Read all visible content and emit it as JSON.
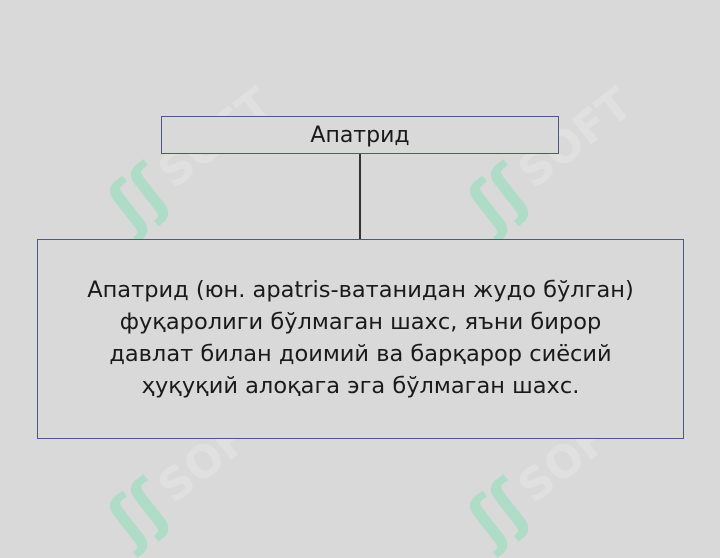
{
  "watermark": {
    "glyph": "ʃʃ",
    "text": "SOFT",
    "color": "#7ee0b2"
  },
  "diagram": {
    "title": "Апатрид",
    "definition_lines": [
      "Апатрид (юн. apatris-ватанидан жудо бўлган)",
      "фуқаролиги бўлмаган шахс, яъни бирор",
      "давлат билан доимий ва барқарор сиёсий",
      "ҳуқуқий алоқага эга бўлмаган шахс."
    ],
    "border_color": "#4a5a8a",
    "background": "#d9d9d9"
  }
}
